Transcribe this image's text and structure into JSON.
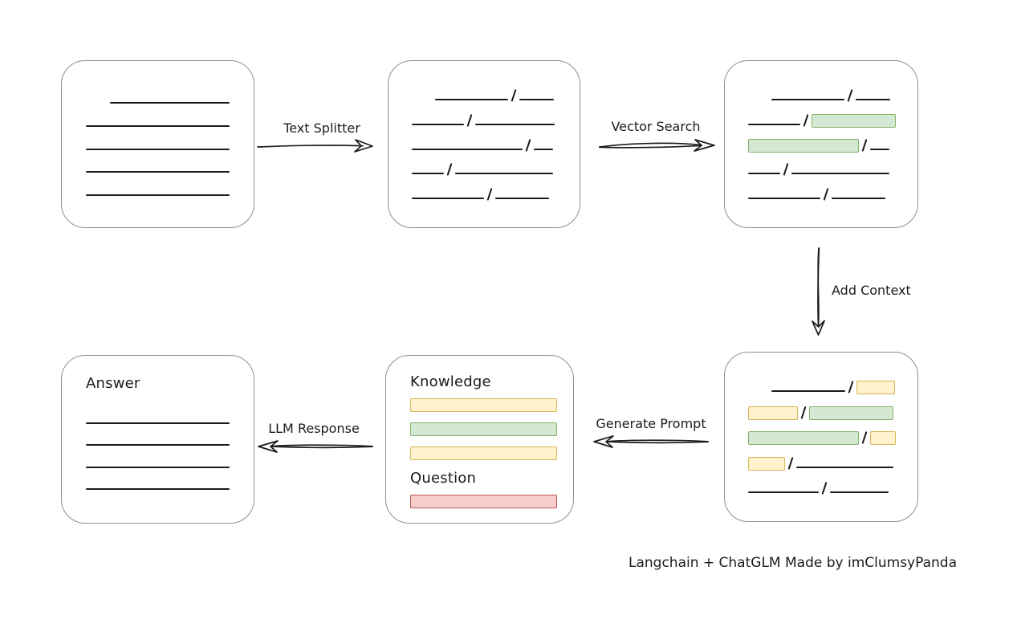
{
  "palette": {
    "line": "#1b1b1b",
    "box_border": "#8f8f8f",
    "green_fill": "#d5e8d4",
    "green_stroke": "#82b366",
    "yellow_fill": "#fff2cc",
    "yellow_stroke": "#d6b656",
    "red_fill": "#f8cecc",
    "red_stroke": "#b85450"
  },
  "arrows": {
    "text_splitter": {
      "label": "Text Splitter",
      "direction": "right"
    },
    "vector_search": {
      "label": "Vector Search",
      "direction": "right"
    },
    "add_context": {
      "label": "Add Context",
      "direction": "down"
    },
    "generate_prompt": {
      "label": "Generate Prompt",
      "direction": "left"
    },
    "llm_response": {
      "label": "LLM Response",
      "direction": "left"
    }
  },
  "panels": {
    "source_document": {
      "rows": [
        [
          {
            "t": "gap",
            "w": 30
          },
          {
            "t": "line",
            "w": 149
          }
        ],
        [
          {
            "t": "line",
            "w": 179
          }
        ],
        [
          {
            "t": "line",
            "w": 179
          }
        ],
        [
          {
            "t": "line",
            "w": 179
          }
        ],
        [
          {
            "t": "line",
            "w": 179
          }
        ]
      ]
    },
    "split_text": {
      "rows": [
        [
          {
            "t": "gap",
            "w": 29
          },
          {
            "t": "line",
            "w": 91
          },
          {
            "t": "slash"
          },
          {
            "t": "line",
            "w": 43
          }
        ],
        [
          {
            "t": "line",
            "w": 65
          },
          {
            "t": "slash"
          },
          {
            "t": "line",
            "w": 99
          }
        ],
        [
          {
            "t": "line",
            "w": 138
          },
          {
            "t": "slash"
          },
          {
            "t": "line",
            "w": 24
          }
        ],
        [
          {
            "t": "line",
            "w": 40
          },
          {
            "t": "slash"
          },
          {
            "t": "line",
            "w": 122
          }
        ],
        [
          {
            "t": "line",
            "w": 90
          },
          {
            "t": "slash"
          },
          {
            "t": "line",
            "w": 67
          }
        ]
      ]
    },
    "vector_matches": {
      "rows": [
        [
          {
            "t": "gap",
            "w": 29
          },
          {
            "t": "line",
            "w": 91
          },
          {
            "t": "slash"
          },
          {
            "t": "line",
            "w": 43
          }
        ],
        [
          {
            "t": "line",
            "w": 65
          },
          {
            "t": "slash"
          },
          {
            "t": "chip",
            "c": "green",
            "w": 105
          }
        ],
        [
          {
            "t": "chip",
            "c": "green",
            "w": 138
          },
          {
            "t": "slash"
          },
          {
            "t": "line",
            "w": 24
          }
        ],
        [
          {
            "t": "line",
            "w": 40
          },
          {
            "t": "slash"
          },
          {
            "t": "line",
            "w": 122
          }
        ],
        [
          {
            "t": "line",
            "w": 90
          },
          {
            "t": "slash"
          },
          {
            "t": "line",
            "w": 67
          }
        ]
      ]
    },
    "context_selection": {
      "rows": [
        [
          {
            "t": "gap",
            "w": 29
          },
          {
            "t": "line",
            "w": 92
          },
          {
            "t": "slash"
          },
          {
            "t": "chip",
            "c": "yellow",
            "w": 48
          }
        ],
        [
          {
            "t": "chip",
            "c": "yellow",
            "w": 62
          },
          {
            "t": "slash"
          },
          {
            "t": "chip",
            "c": "green",
            "w": 105
          }
        ],
        [
          {
            "t": "chip",
            "c": "green",
            "w": 138
          },
          {
            "t": "slash"
          },
          {
            "t": "chip",
            "c": "yellow",
            "w": 32
          }
        ],
        [
          {
            "t": "chip",
            "c": "yellow",
            "w": 46
          },
          {
            "t": "slash"
          },
          {
            "t": "line",
            "w": 121
          }
        ],
        [
          {
            "t": "line",
            "w": 88
          },
          {
            "t": "slash"
          },
          {
            "t": "line",
            "w": 73
          }
        ]
      ]
    },
    "prompt": {
      "knowledge_label": "Knowledge",
      "question_label": "Question",
      "knowledge_chips": [
        "yellow",
        "green",
        "yellow"
      ],
      "question_chips": [
        "red"
      ],
      "chip_width": 183
    },
    "answer": {
      "label": "Answer",
      "rows": [
        [
          {
            "t": "line",
            "w": 179
          }
        ],
        [
          {
            "t": "line",
            "w": 179
          }
        ],
        [
          {
            "t": "line",
            "w": 179
          }
        ],
        [
          {
            "t": "line",
            "w": 179
          }
        ]
      ]
    }
  },
  "caption": "Langchain + ChatGLM Made by imClumsyPanda"
}
